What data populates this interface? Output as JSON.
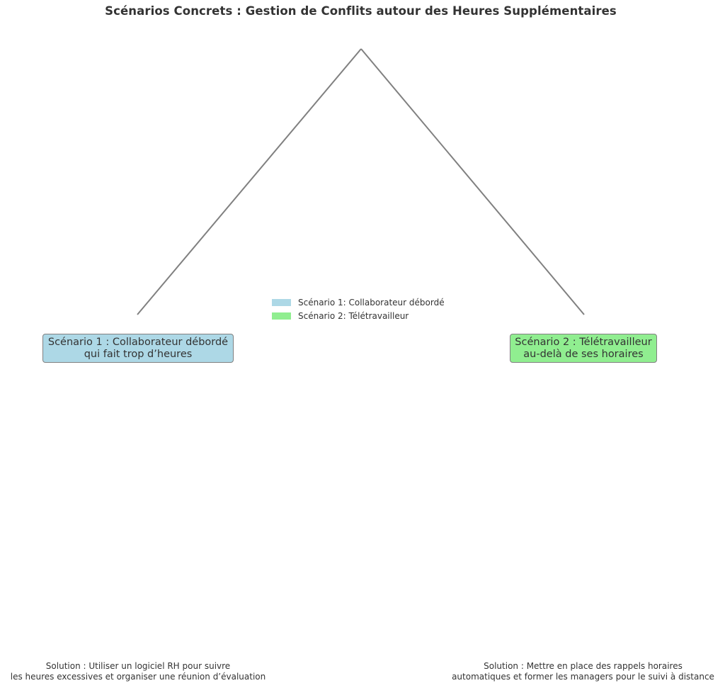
{
  "title": "Scénarios Concrets : Gestion de Conflits autour des Heures Supplémentaires",
  "colors": {
    "scenario1": "#add8e6",
    "scenario2": "#90ee90",
    "connector": "#808080",
    "text": "#333333"
  },
  "legend": {
    "items": [
      {
        "label": "Scénario 1: Collaborateur débordé"
      },
      {
        "label": "Scénario 2: Télétravailleur"
      }
    ]
  },
  "scenarios": [
    {
      "line1": "Scénario 1 : Collaborateur débordé",
      "line2": "qui fait trop d’heures",
      "solution_line1": "Solution : Utiliser un logiciel RH pour suivre",
      "solution_line2": "les heures excessives et organiser une réunion d’évaluation"
    },
    {
      "line1": "Scénario 2 : Télétravailleur",
      "line2": "au-delà de ses horaires",
      "solution_line1": "Solution : Mettre en place des rappels horaires",
      "solution_line2": "automatiques et former les managers pour le suivi à distance"
    }
  ]
}
